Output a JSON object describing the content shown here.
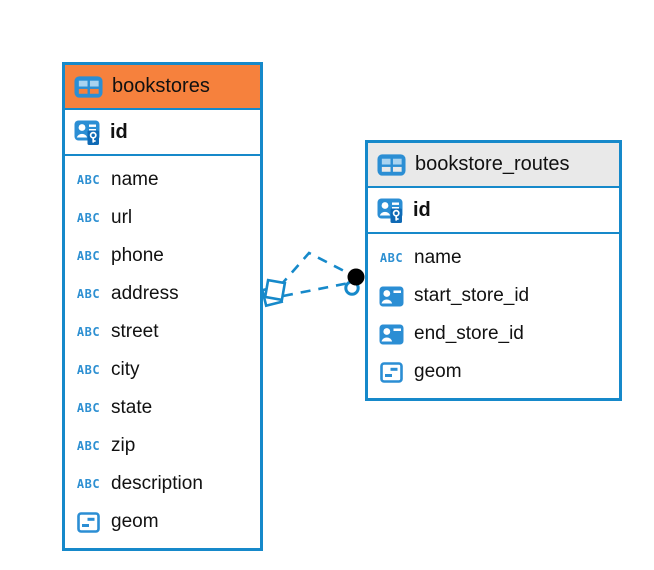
{
  "colors": {
    "blue": "#1689ca",
    "orange_header": "#f6813d",
    "gray_header": "#e9e9e9",
    "icon_blue": "#2b8ed4",
    "text": "#111111"
  },
  "icons": {
    "abc_text": "ABC"
  },
  "tables": [
    {
      "name": "bookstores",
      "header_style": "orange",
      "primary_key": {
        "name": "id"
      },
      "columns": [
        {
          "name": "name",
          "type": "text"
        },
        {
          "name": "url",
          "type": "text"
        },
        {
          "name": "phone",
          "type": "text"
        },
        {
          "name": "address",
          "type": "text"
        },
        {
          "name": "street",
          "type": "text"
        },
        {
          "name": "city",
          "type": "text"
        },
        {
          "name": "state",
          "type": "text"
        },
        {
          "name": "zip",
          "type": "text"
        },
        {
          "name": "description",
          "type": "text"
        },
        {
          "name": "geom",
          "type": "object"
        }
      ]
    },
    {
      "name": "bookstore_routes",
      "header_style": "gray",
      "primary_key": {
        "name": "id"
      },
      "columns": [
        {
          "name": "name",
          "type": "text"
        },
        {
          "name": "start_store_id",
          "type": "reference"
        },
        {
          "name": "end_store_id",
          "type": "reference"
        },
        {
          "name": "geom",
          "type": "object"
        }
      ]
    }
  ],
  "relations": [
    {
      "style": "dashed",
      "from": "bookstores",
      "to": "bookstore_routes"
    },
    {
      "style": "dashed",
      "from": "bookstores",
      "to": "bookstore_routes"
    }
  ]
}
